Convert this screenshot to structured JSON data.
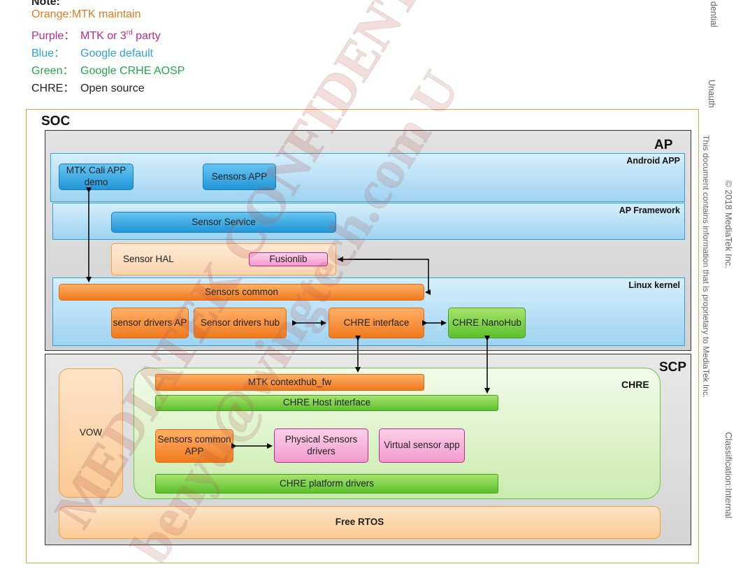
{
  "legend": {
    "title": "Note:",
    "orange": {
      "label": "Orange:",
      "text": "MTK maintain"
    },
    "purple": {
      "label": "Purple：",
      "text": "MTK or 3",
      "sup": "rd",
      "text_after": " party"
    },
    "blue": {
      "label": "Blue：",
      "text": "Google default"
    },
    "green": {
      "label": "Green：",
      "text": "Google CRHE AOSP"
    },
    "chre": {
      "label": "CHRE：",
      "text": "Open source"
    }
  },
  "side_texts": {
    "dential": "dential",
    "unauth": "Unauth",
    "proprietary": "This document contains information that is proprietary to MediaTek Inc.",
    "copyright": "© 2018 MediaTek Inc.",
    "classification": "Classification:Internal"
  },
  "diagram": {
    "soc": "SOC",
    "ap": "AP",
    "scp": "SCP",
    "android_app": "Android APP",
    "ap_framework": "AP Framework",
    "linux_kernel": "Linux kernel",
    "chre": "CHRE",
    "boxes": {
      "mtk_cali": "MTK Cali APP demo",
      "sensors_app": "Sensors APP",
      "sensor_service": "Sensor Service",
      "sensor_hal": "Sensor HAL",
      "fusionlib": "Fusionlib",
      "sensors_common": "Sensors common",
      "sensor_drivers_ap": "sensor drivers AP",
      "sensor_drivers_hub": "Sensor drivers hub",
      "chre_interface": "CHRE interface",
      "chre_nanohub": "CHRE NanoHub",
      "vow": "VOW",
      "mtk_contexthub_fw": "MTK contexthub_fw",
      "chre_host_interface": "CHRE Host interface",
      "sensors_common_app": "Sensors common APP",
      "physical_sensors_drivers": "Physical Sensors drivers",
      "virtual_sensor_app": "Virtual sensor app",
      "chre_platform_drivers": "CHRE platform drivers",
      "free_rtos": "Free RTOS"
    }
  },
  "watermark": {
    "line1": "MEDIATEK CONFIDENTIAL",
    "line2": "benyu@wingtech.com U"
  },
  "colors": {
    "orange": "#e07b22",
    "purple": "#c2278f",
    "blue": "#2ba3dc",
    "green": "#22a84a"
  }
}
